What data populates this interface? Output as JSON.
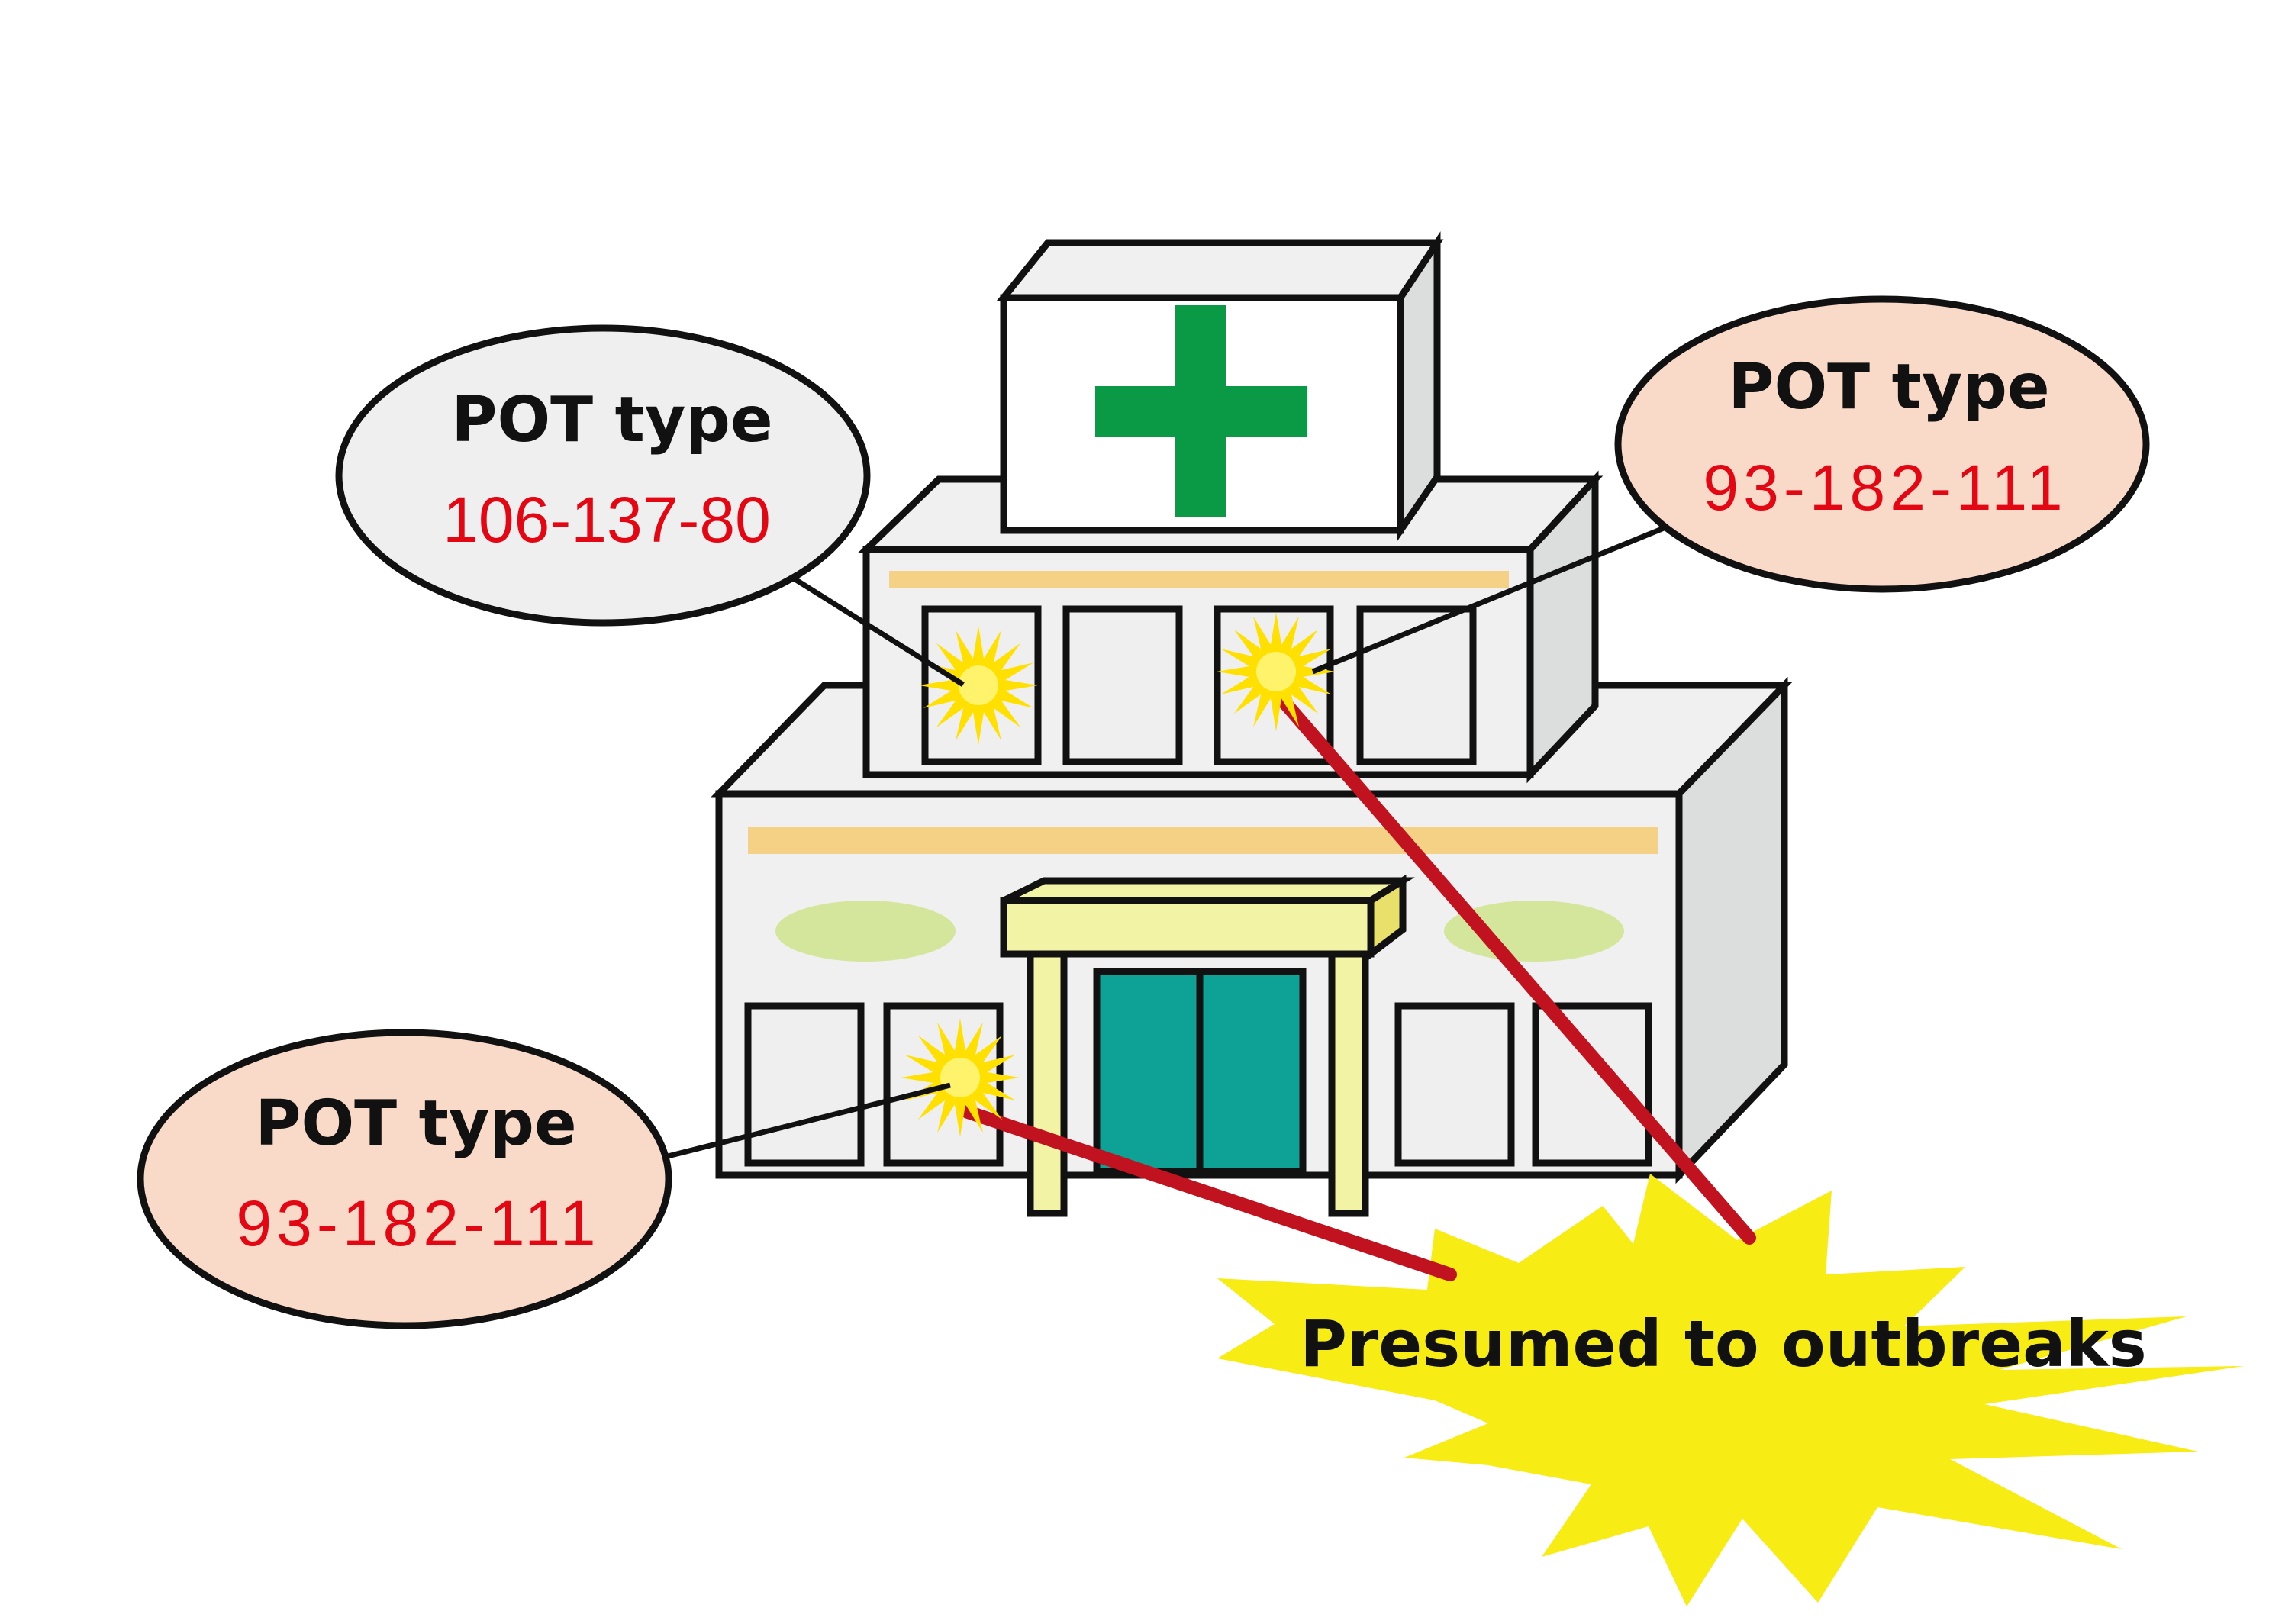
{
  "colors": {
    "outline": "#111111",
    "wall": "#f0f0f0",
    "side_wall": "#dcdedd",
    "cross": "#0a9a45",
    "stripe": "#f4d184",
    "oval_accent": "#d4e59c",
    "canopy": "#f3f3a6",
    "door": "#0ea195",
    "spark": "#ffe000",
    "link_line": "#c1121f",
    "code_text": "#e30613",
    "bubble_grey": "#efefef",
    "bubble_pink": "#f9d9c8",
    "burst": "#f7ec14"
  },
  "callouts": [
    {
      "title": "POT type",
      "code": "106-137-80",
      "fill": "grey"
    },
    {
      "title": "POT type",
      "code": "93-182-111",
      "fill": "pink"
    },
    {
      "title": "POT type",
      "code": "93-182-111",
      "fill": "pink"
    }
  ],
  "burst": {
    "label": "Presumed to outbreaks"
  }
}
